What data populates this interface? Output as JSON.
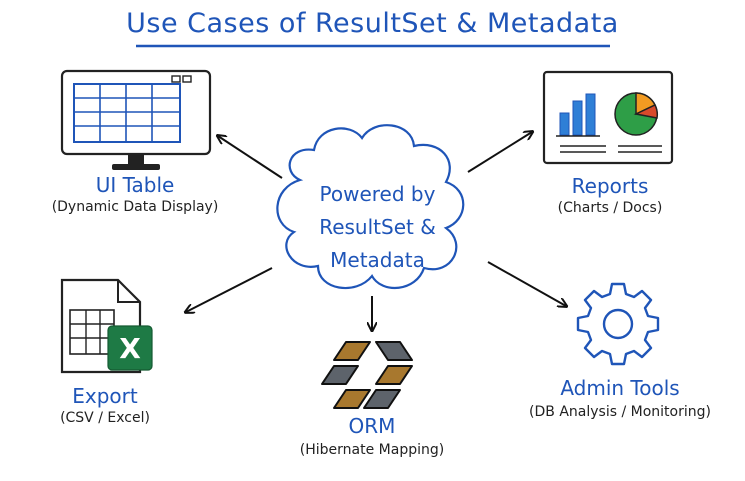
{
  "title": "Use Cases of ResultSet & Metadata",
  "center": {
    "line1": "Powered by",
    "line2": "ResultSet &",
    "line3": "Metadata"
  },
  "nodes": {
    "ui_table": {
      "name": "UI Table",
      "sub": "(Dynamic Data Display)",
      "icon": "monitor-table-icon"
    },
    "reports": {
      "name": "Reports",
      "sub": "(Charts / Docs)",
      "icon": "chart-report-icon"
    },
    "export": {
      "name": "Export",
      "sub": "(CSV / Excel)",
      "icon": "excel-file-icon",
      "badge": "X"
    },
    "orm": {
      "name": "ORM",
      "sub": "(Hibernate Mapping)",
      "icon": "hibernate-logo-icon"
    },
    "admin": {
      "name": "Admin Tools",
      "sub": "(DB Analysis / Monitoring)",
      "icon": "gear-icon"
    }
  },
  "colors": {
    "accent": "#1f55b8",
    "ink": "#222222",
    "bar_blue": "#2f7fd6",
    "pie_green": "#2e9e47",
    "pie_orange": "#f29b22",
    "pie_red": "#d94a2b",
    "excel_green": "#1e7a45",
    "hibernate_brown": "#a8782e",
    "hibernate_gray": "#5d636b"
  }
}
